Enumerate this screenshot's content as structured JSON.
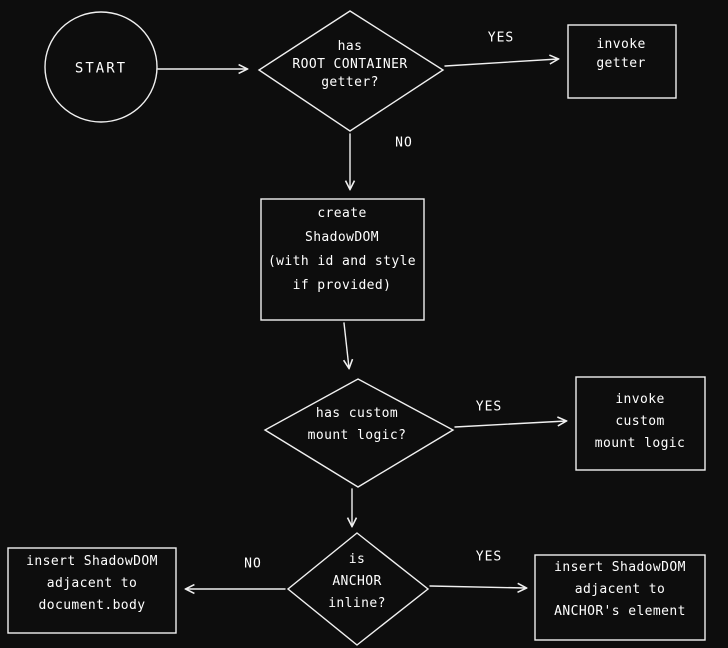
{
  "canvas": {
    "background": "#0d0d0d",
    "stroke": "#f0f0f0",
    "ink": "#ffffff"
  },
  "nodes": {
    "start": {
      "label": "START"
    },
    "decision_root_container": {
      "lines": [
        "has",
        "ROOT CONTAINER",
        "getter?"
      ]
    },
    "invoke_getter": {
      "lines": [
        "invoke",
        "getter"
      ]
    },
    "create_shadowdom": {
      "lines": [
        "create",
        "ShadowDOM",
        "(with id and style",
        "if provided)"
      ]
    },
    "decision_custom_mount": {
      "lines": [
        "has custom",
        "mount logic?"
      ]
    },
    "invoke_custom_mount": {
      "lines": [
        "invoke",
        "custom",
        "mount logic"
      ]
    },
    "decision_anchor_inline": {
      "lines": [
        "is",
        "ANCHOR",
        "inline?"
      ]
    },
    "insert_document_body": {
      "lines": [
        "insert ShadowDOM",
        "adjacent to",
        "document.body"
      ]
    },
    "insert_anchor_element": {
      "lines": [
        "insert ShadowDOM",
        "adjacent to",
        "ANCHOR's element"
      ]
    }
  },
  "edge_labels": {
    "root_yes": "YES",
    "root_no": "NO",
    "custom_yes": "YES",
    "anchor_no": "NO",
    "anchor_yes": "YES"
  }
}
